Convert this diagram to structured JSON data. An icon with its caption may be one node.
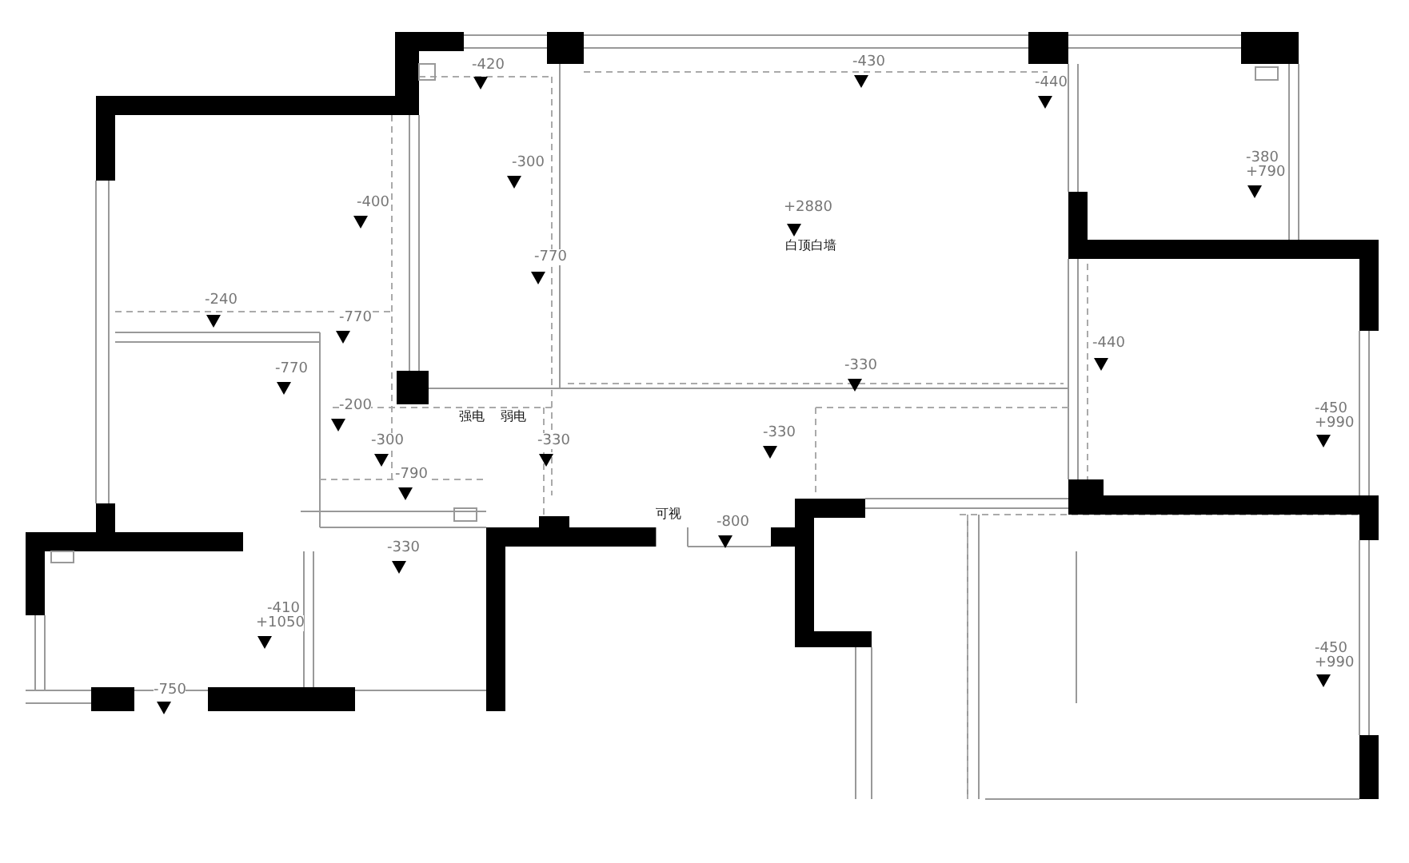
{
  "diagram": {
    "labels": [
      "-420",
      "-430",
      "-440",
      "-380",
      "+790",
      "-300",
      "-400",
      "+2880",
      "白顶白墙",
      "-770",
      "-240",
      "-770",
      "-440",
      "-770",
      "-330",
      "-450",
      "+990",
      "-200",
      "强电",
      "弱电",
      "-300",
      "-330",
      "-330",
      "-790",
      "可视",
      "-800",
      "-330",
      "-410",
      "+1050",
      "-450",
      "+990",
      "-750"
    ]
  }
}
